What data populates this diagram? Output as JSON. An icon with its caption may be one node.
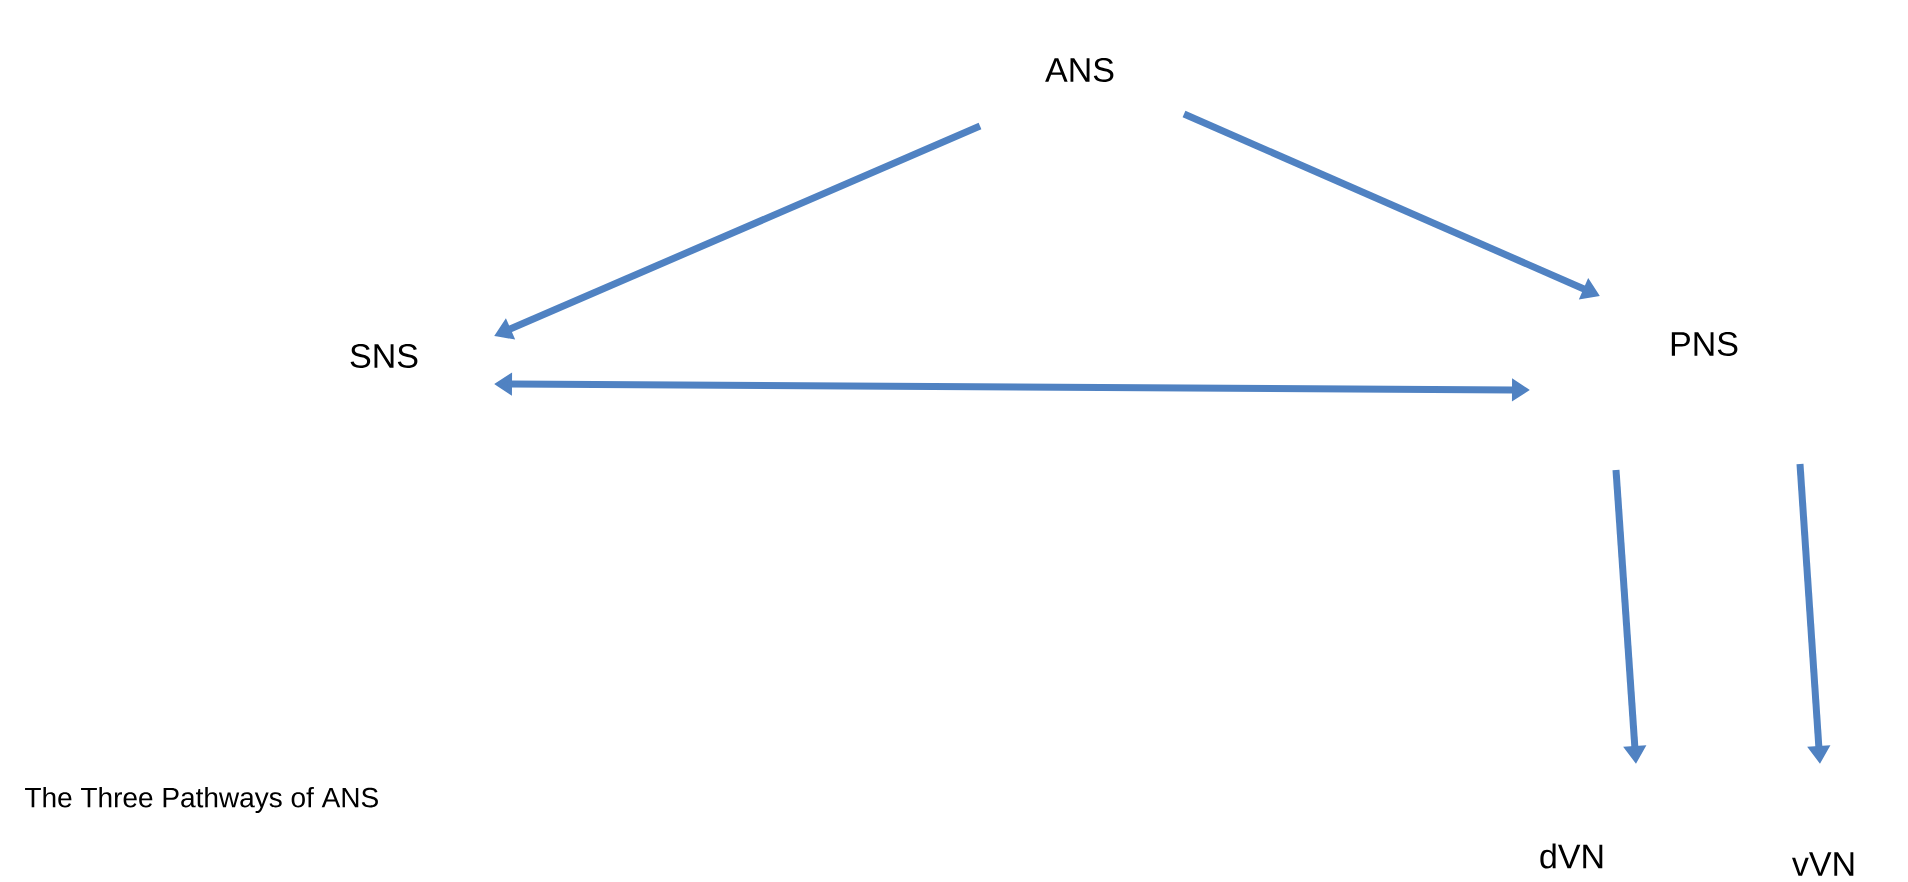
{
  "diagram": {
    "caption": "The Three Pathways of ANS",
    "nodes": [
      {
        "text": [
          "ANS"
        ]
      },
      {
        "text": [
          "SNS"
        ]
      },
      {
        "text": [
          "PNS"
        ]
      },
      {
        "text": [
          "dVN"
        ]
      },
      {
        "text": [
          "vVN"
        ]
      }
    ],
    "edges": [
      {
        "from": 0,
        "to": 1,
        "arrow": "to"
      },
      {
        "from": 0,
        "to": 2,
        "arrow": "to"
      },
      {
        "from": 1,
        "to": 2,
        "arrow": "both"
      },
      {
        "from": 2,
        "to": 3,
        "arrow": "to"
      },
      {
        "from": 2,
        "to": 4,
        "arrow": "to"
      }
    ]
  }
}
